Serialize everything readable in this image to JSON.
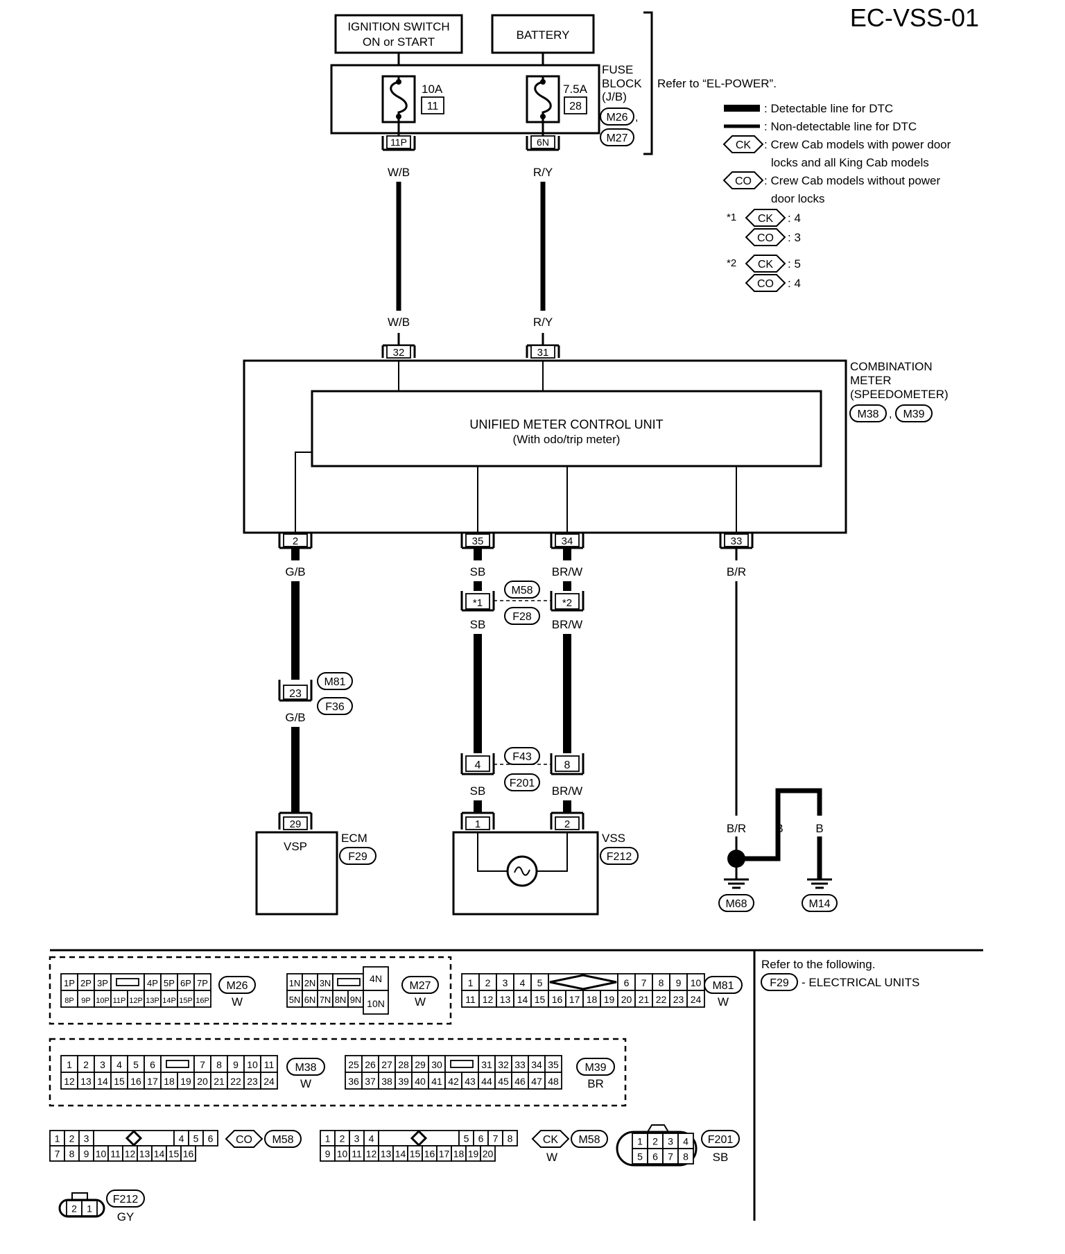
{
  "page_code": "EC-VSS-01",
  "power": {
    "ignition": [
      "IGNITION SWITCH",
      "ON or START"
    ],
    "battery": "BATTERY",
    "fuse_block": {
      "label": [
        "FUSE",
        "BLOCK",
        "(J/B)"
      ],
      "connectors": [
        "M26",
        "M27"
      ],
      "refer": "Refer to “EL-POWER”."
    },
    "fuse1": {
      "amp": "10A",
      "num": "11",
      "terminal": "11P"
    },
    "fuse2": {
      "amp": "7.5A",
      "num": "28",
      "terminal": "6N"
    }
  },
  "legend": {
    "detectable": ": Detectable line for DTC",
    "nondetectable": ": Non-detectable line for DTC",
    "ck_code": "CK",
    "ck_text": [
      ": Crew Cab models with power door",
      "locks and all King Cab models"
    ],
    "co_code": "CO",
    "co_text": [
      ": Crew Cab models without power",
      "door locks"
    ],
    "star1": "*1",
    "star1_ck": ": 4",
    "star1_co": ": 3",
    "star2": "*2",
    "star2_ck": ": 5",
    "star2_co": ": 4"
  },
  "wires": {
    "wb": "W/B",
    "ry": "R/Y",
    "gb": "G/B",
    "sb": "SB",
    "brw": "BR/W",
    "br": "B/R",
    "b": "B"
  },
  "meter": {
    "label": [
      "COMBINATION",
      "METER",
      "(SPEEDOMETER)"
    ],
    "connectors": [
      "M38",
      "M39"
    ],
    "unit_title": "UNIFIED METER CONTROL UNIT",
    "unit_sub": "(With odo/trip meter)",
    "pins": {
      "p32": "32",
      "p31": "31",
      "p2": "2",
      "p35": "35",
      "p34": "34",
      "p33": "33"
    }
  },
  "joints": {
    "m58_f28": {
      "top": "M58",
      "bottom": "F28",
      "left": "*1",
      "right": "*2"
    },
    "m81_f36": {
      "top": "M81",
      "bottom": "F36",
      "pin": "23"
    },
    "f43_f201": {
      "top": "F43",
      "bottom": "F201",
      "left": "4",
      "right": "8"
    }
  },
  "ecm": {
    "label": "ECM",
    "connector": "F29",
    "pin": "29",
    "signal": "VSP"
  },
  "vss": {
    "label": "VSS",
    "connector": "F212",
    "pins": [
      "1",
      "2"
    ]
  },
  "grounds": [
    "M68",
    "M14"
  ],
  "refer_box": {
    "title": "Refer to the following.",
    "connector": "F29",
    "text": "- ELECTRICAL UNITS"
  },
  "connector_views": {
    "m26": {
      "name": "M26",
      "color": "W",
      "top": [
        "1P",
        "2P",
        "3P",
        "4P",
        "5P",
        "6P",
        "7P"
      ],
      "bottom": [
        "8P",
        "9P",
        "10P",
        "11P",
        "12P",
        "13P",
        "14P",
        "15P",
        "16P"
      ]
    },
    "m27": {
      "name": "M27",
      "color": "W",
      "top": [
        "1N",
        "2N",
        "3N"
      ],
      "bottom": [
        "5N",
        "6N",
        "7N",
        "8N",
        "9N"
      ],
      "big_top": "4N",
      "big_bottom": "10N"
    },
    "m81": {
      "name": "M81",
      "color": "W",
      "top": [
        "1",
        "2",
        "3",
        "4",
        "5",
        "6",
        "7",
        "8",
        "9",
        "10"
      ],
      "bottom": [
        "11",
        "12",
        "13",
        "14",
        "15",
        "16",
        "17",
        "18",
        "19",
        "20",
        "21",
        "22",
        "23",
        "24"
      ]
    },
    "m38": {
      "name": "M38",
      "color": "W",
      "top": [
        "1",
        "2",
        "3",
        "4",
        "5",
        "6",
        "7",
        "8",
        "9",
        "10",
        "11"
      ],
      "bottom": [
        "12",
        "13",
        "14",
        "15",
        "16",
        "17",
        "18",
        "19",
        "20",
        "21",
        "22",
        "23",
        "24"
      ]
    },
    "m39": {
      "name": "M39",
      "color": "BR",
      "top": [
        "25",
        "26",
        "27",
        "28",
        "29",
        "30",
        "31",
        "32",
        "33",
        "34",
        "35"
      ],
      "bottom": [
        "36",
        "37",
        "38",
        "39",
        "40",
        "41",
        "42",
        "43",
        "44",
        "45",
        "46",
        "47",
        "48"
      ]
    },
    "m58co": {
      "name": "M58",
      "tag": "CO",
      "top": [
        "1",
        "2",
        "3",
        "4",
        "5",
        "6"
      ],
      "bottom": [
        "7",
        "8",
        "9",
        "10",
        "11",
        "12",
        "13",
        "14",
        "15",
        "16"
      ]
    },
    "m58ck": {
      "name": "M58",
      "tag": "CK",
      "color": "W",
      "top": [
        "1",
        "2",
        "3",
        "4",
        "5",
        "6",
        "7",
        "8"
      ],
      "bottom": [
        "9",
        "10",
        "11",
        "12",
        "13",
        "14",
        "15",
        "16",
        "17",
        "18",
        "19",
        "20"
      ]
    },
    "f201": {
      "name": "F201",
      "color": "SB",
      "top": [
        "1",
        "2",
        "3",
        "4"
      ],
      "bottom": [
        "5",
        "6",
        "7",
        "8"
      ]
    },
    "f212": {
      "name": "F212",
      "color": "GY",
      "pins": [
        "2",
        "1"
      ]
    }
  }
}
